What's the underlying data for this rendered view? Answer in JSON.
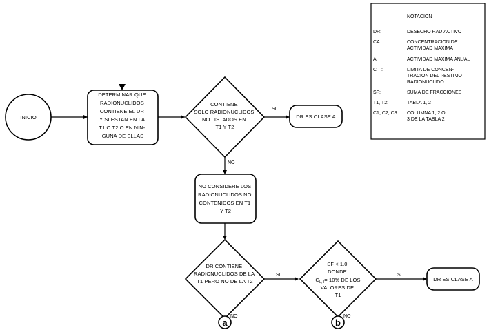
{
  "nodes": {
    "inicio": {
      "lines": [
        "INICIO"
      ]
    },
    "determinar": {
      "lines": [
        "DETERMINAR QUE",
        "RADIONUCLIDOS",
        "CONTIENE EL DR",
        "Y SI ESTAN EN LA",
        "T1  O  T2  O  EN  NIN-",
        "GUNA  DE  ELLAS"
      ]
    },
    "contiene_solo": {
      "lines": [
        "CONTIENE",
        "SOLO RADIONUCLIDOS",
        "NO LISTADOS EN",
        "T1 Y T2"
      ]
    },
    "dr_clase_a_1": {
      "lines": [
        "DR ES CLASE A"
      ]
    },
    "no_considere": {
      "lines": [
        "NO CONSIDERE LOS",
        "RADIONUCLIDOS NO",
        "CONTENIDOS EN T1",
        "Y T2"
      ]
    },
    "dr_contiene": {
      "lines": [
        "DR CONTIENE",
        "RADIONUCLIDOS DE LA",
        "T1 PERO NO DE LA T2"
      ]
    },
    "sf_menor": {
      "lines": [
        "SF < 1.0",
        "DONDE:",
        "C",
        "= 10% DE LOS",
        "VALORES DE",
        "T1"
      ],
      "subscript": "L, I"
    },
    "dr_clase_a_2": {
      "lines": [
        "DR ES CLASE A"
      ]
    }
  },
  "connectors": {
    "a": "a",
    "b": "b"
  },
  "edge_labels": {
    "si_1": "SI",
    "no_1": "NO",
    "si_2": "SI",
    "si_3": "SI",
    "no_a": "NO",
    "no_b": "NO"
  },
  "legend": {
    "title": "NOTACION",
    "entries": [
      {
        "abbr": "DR:",
        "lines": [
          "DESECHO RADIACTIVO"
        ]
      },
      {
        "abbr": "CA:",
        "lines": [
          "CONCENTRACION DE",
          "ACTIVIDAD MAXIMA"
        ]
      },
      {
        "abbr": "A:",
        "lines": [
          "ACTIVIDAD MAXIMA ANUAL"
        ]
      },
      {
        "abbr": "C",
        "abbr_sub": "L, I",
        "abbr_suffix": ":",
        "lines": [
          "LIMITA DE CONCEN-",
          "TRACION DEL I-ESTIMO",
          "RADIONUCLIDO"
        ]
      },
      {
        "abbr": "SF:",
        "lines": [
          "SUMA DE FRACCIONES"
        ]
      },
      {
        "abbr": "T1, T2:",
        "lines": [
          "TABLA 1, 2"
        ]
      },
      {
        "abbr": "C1, C2, C3:",
        "lines": [
          "COLUMNA 1, 2 O",
          "3 DE LA TABLA 2"
        ]
      }
    ]
  }
}
